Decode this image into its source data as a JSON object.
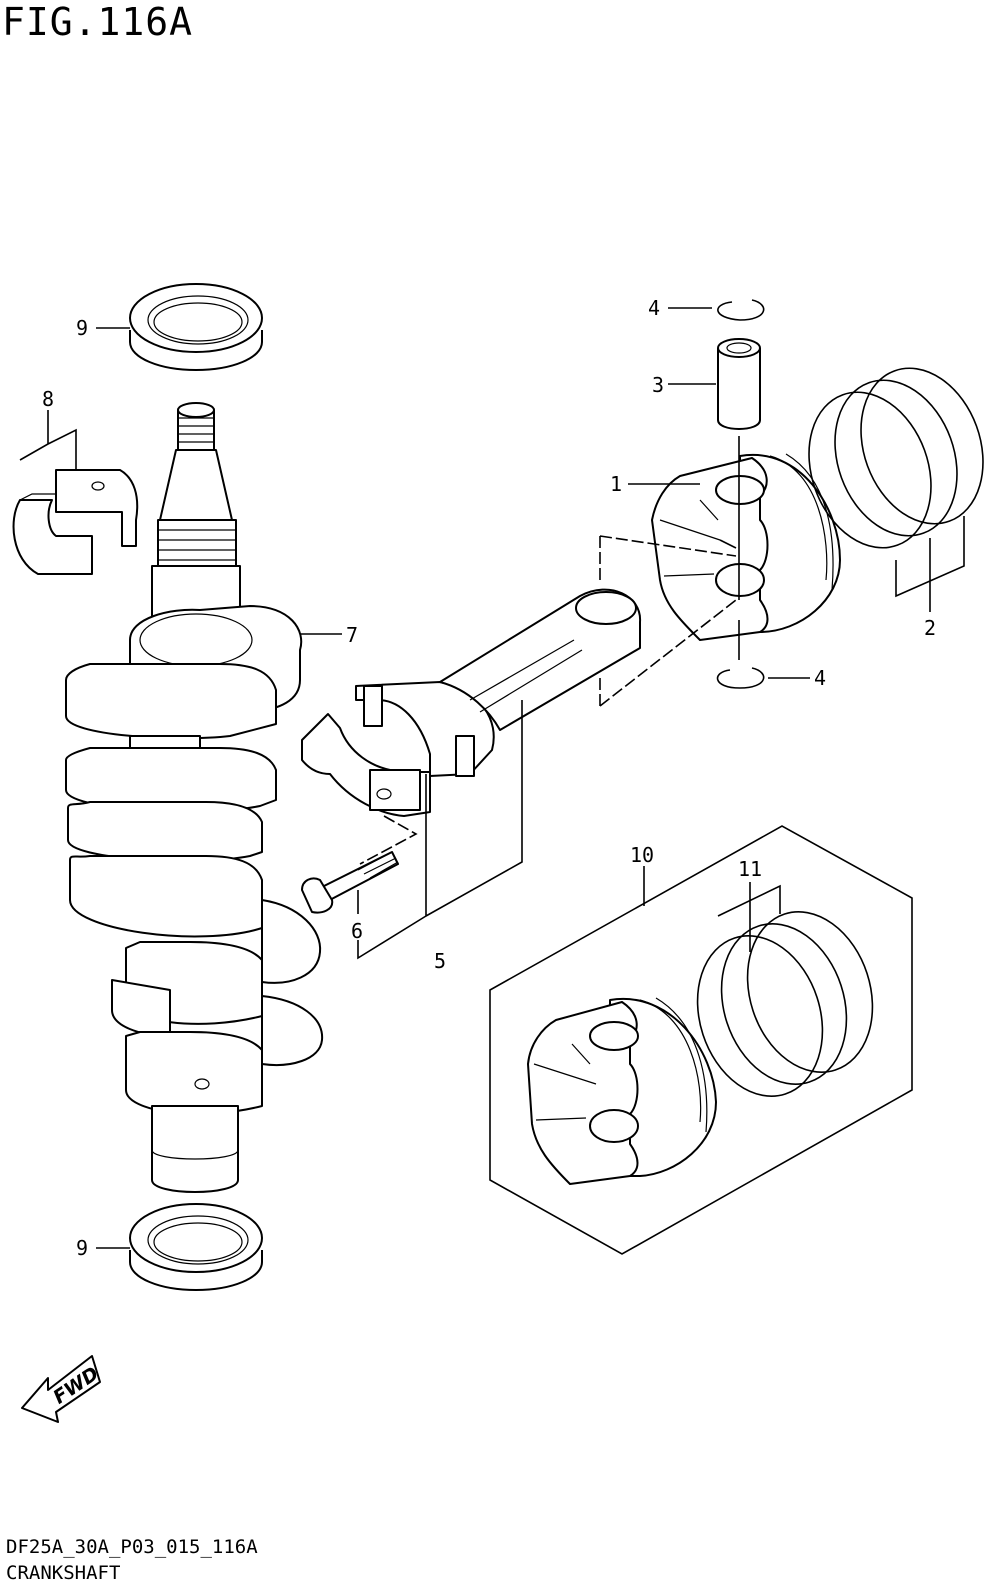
{
  "figure": {
    "title": "FIG.116A",
    "code": "DF25A_30A_P03_015_116A",
    "name": "CRANKSHAFT"
  },
  "callouts": [
    {
      "id": "c9a",
      "number": "9"
    },
    {
      "id": "c8",
      "number": "8"
    },
    {
      "id": "c7",
      "number": "7"
    },
    {
      "id": "c4a",
      "number": "4"
    },
    {
      "id": "c3",
      "number": "3"
    },
    {
      "id": "c1",
      "number": "1"
    },
    {
      "id": "c2",
      "number": "2"
    },
    {
      "id": "c4b",
      "number": "4"
    },
    {
      "id": "c6",
      "number": "6"
    },
    {
      "id": "c5",
      "number": "5"
    },
    {
      "id": "c10",
      "number": "10"
    },
    {
      "id": "c11",
      "number": "11"
    },
    {
      "id": "c9b",
      "number": "9"
    }
  ],
  "fwd_label": "FWD"
}
